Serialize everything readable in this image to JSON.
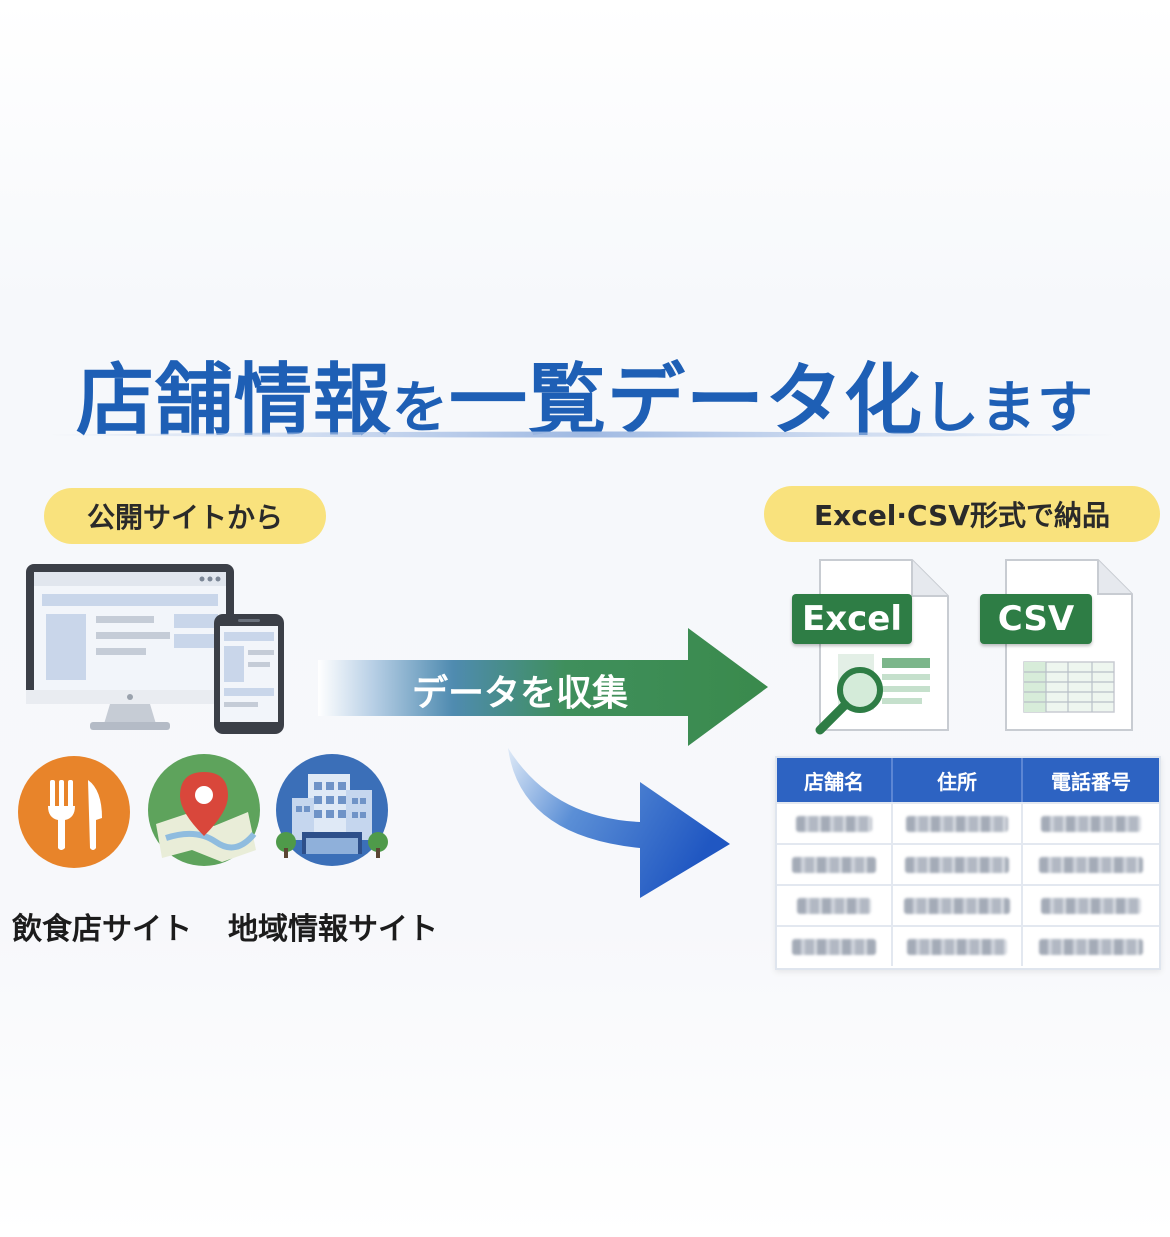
{
  "title": {
    "main": "店舗情報",
    "particle": "を",
    "main2": "一覧データ化",
    "tail": "します"
  },
  "source_pill": "公開サイトから",
  "output_pill": "Excel·CSV形式で納品",
  "arrow_label": "データを収集",
  "captions": {
    "restaurant": "飲食店サイト",
    "regional": "地域情報サイト"
  },
  "files": {
    "excel": "Excel",
    "csv": "CSV"
  },
  "table": {
    "headers": [
      "店舗名",
      "住所",
      "電話番号"
    ],
    "row_count": 4
  },
  "colors": {
    "title": "#1e5fb5",
    "pill": "#f9e27d",
    "green": "#2e7d45",
    "blue": "#2d63c2",
    "orange": "#e8842a"
  },
  "icons": [
    "desktop-monitor-icon",
    "smartphone-icon",
    "fork-knife-icon",
    "map-pin-icon",
    "building-icon",
    "magnifier-icon"
  ]
}
